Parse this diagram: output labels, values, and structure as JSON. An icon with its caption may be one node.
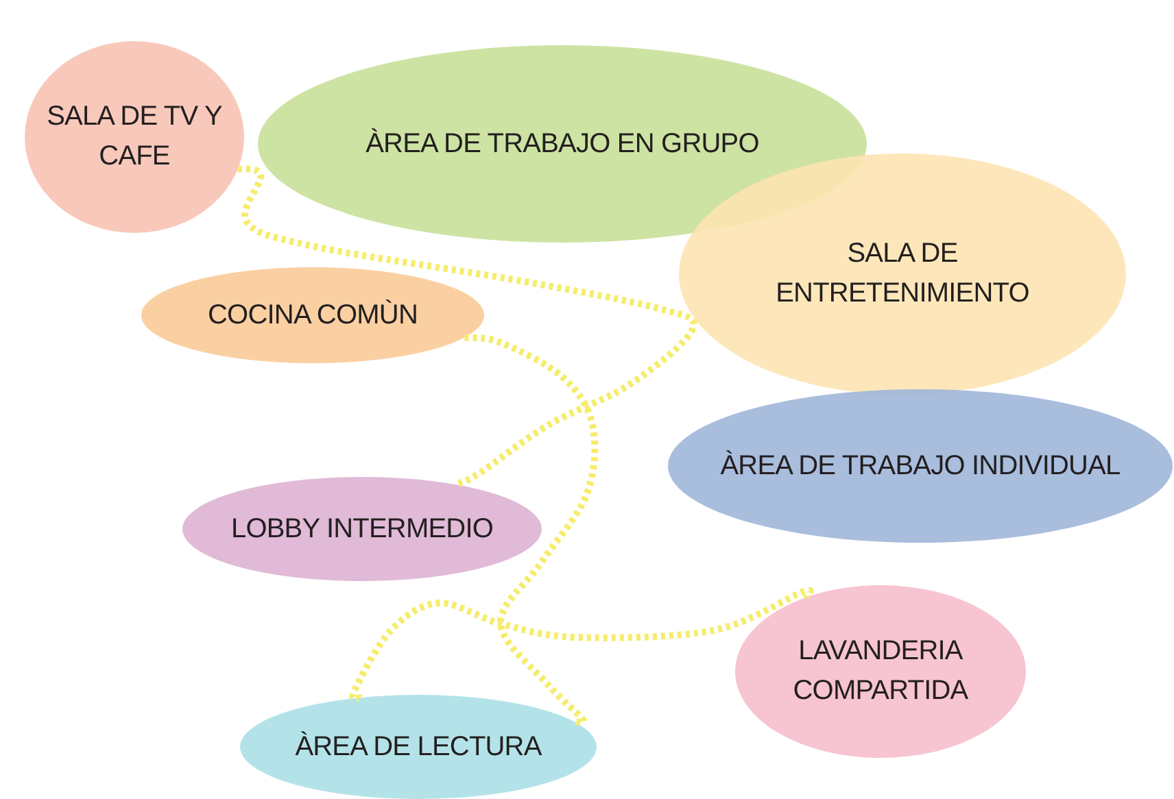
{
  "diagram": {
    "nodes": [
      {
        "text": [
          "SALA DE TV Y CAFE"
        ]
      },
      {
        "text": [
          "ÀREA DE TRABAJO EN GRUPO"
        ]
      },
      {
        "text": [
          "SALA DE ENTRETENIMIENTO"
        ]
      },
      {
        "text": [
          "COCINA COMÙN"
        ]
      },
      {
        "text": [
          "ÀREA DE TRABAJO INDIVIDUAL"
        ]
      },
      {
        "text": [
          "LOBBY INTERMEDIO"
        ]
      },
      {
        "text": [
          "LAVANDERIA COMPARTIDA"
        ]
      },
      {
        "text": [
          "ÀREA DE LECTURA"
        ]
      }
    ],
    "edges": [
      {
        "from": 0,
        "to": 5,
        "arrow": "none",
        "style": "dashed"
      },
      {
        "from": 3,
        "to": 7,
        "arrow": "none",
        "style": "dashed"
      },
      {
        "from": 7,
        "to": 6,
        "arrow": "none",
        "style": "dashed"
      }
    ]
  }
}
